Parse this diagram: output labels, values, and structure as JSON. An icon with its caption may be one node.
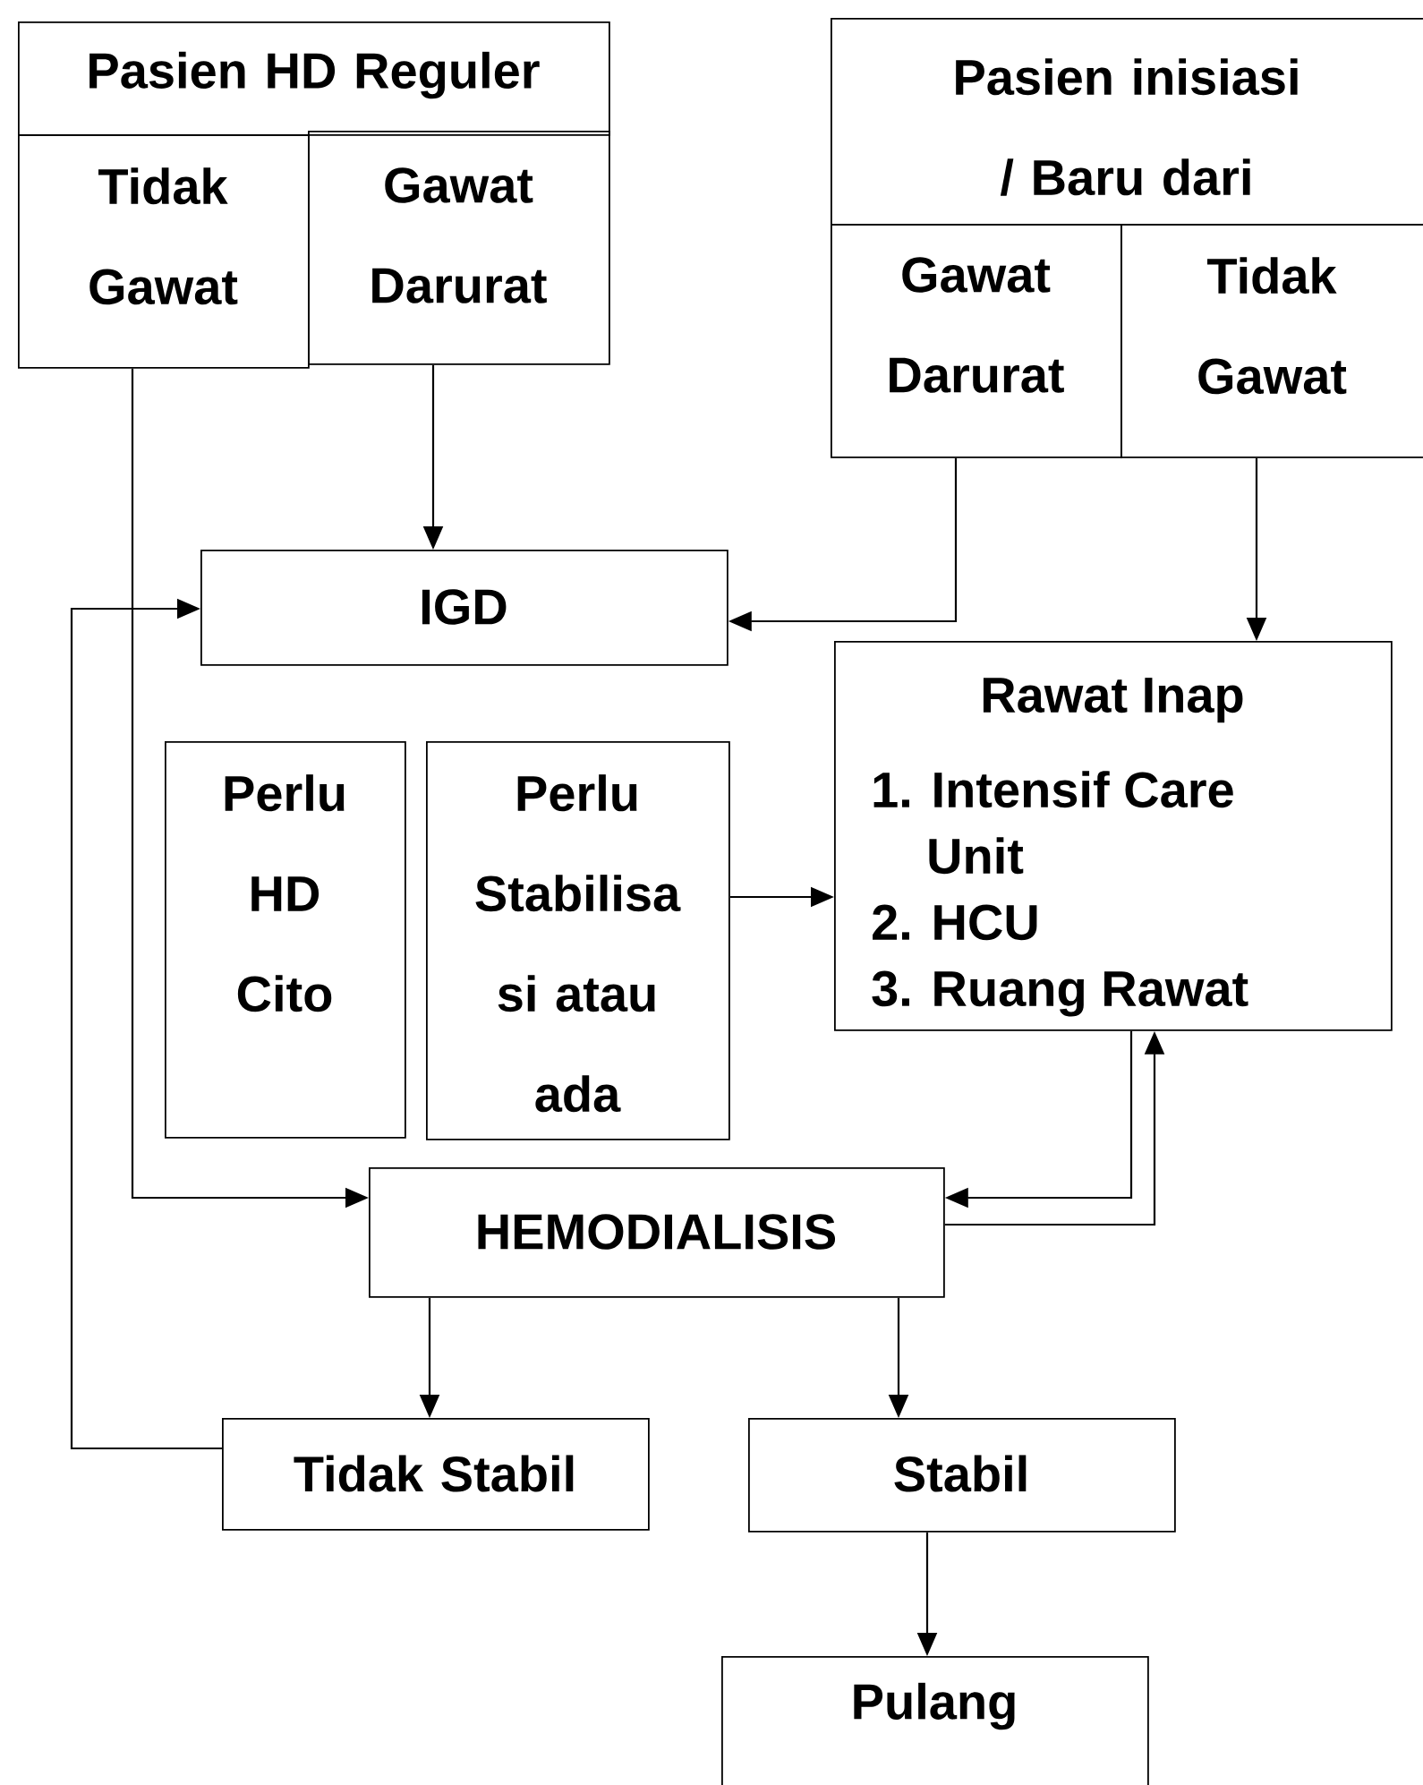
{
  "diagram": {
    "nodes": [
      {
        "text": [
          "Pasien HD Reguler"
        ]
      },
      {
        "text": [
          "Tidak Gawat"
        ]
      },
      {
        "text": [
          "Gawat Darurat"
        ]
      },
      {
        "text": [
          "Pasien inisiasi / Baru dari"
        ]
      },
      {
        "text": [
          "Gawat Darurat"
        ]
      },
      {
        "text": [
          "Tidak Gawat"
        ]
      },
      {
        "text": [
          "IGD"
        ]
      },
      {
        "text": [
          "Rawat Inap",
          "1. Intensif Care Unit",
          "2. HCU",
          "3. Ruang Rawat"
        ]
      },
      {
        "text": [
          "Perlu HD Cito"
        ]
      },
      {
        "text": [
          "Perlu Stabilisa si atau ada"
        ]
      },
      {
        "text": [
          "HEMODIALISIS"
        ]
      },
      {
        "text": [
          "Tidak Stabil"
        ]
      },
      {
        "text": [
          "Stabil"
        ]
      },
      {
        "text": [
          "Pulang"
        ]
      }
    ],
    "edges": [
      {
        "from": 2,
        "to": 6,
        "arrow": "to"
      },
      {
        "from": 4,
        "to": 6,
        "arrow": "to"
      },
      {
        "from": 5,
        "to": 7,
        "arrow": "to"
      },
      {
        "from": 1,
        "to": 10,
        "arrow": "to"
      },
      {
        "from": 11,
        "to": 6,
        "arrow": "to"
      },
      {
        "from": 9,
        "to": 7,
        "arrow": "to"
      },
      {
        "from": 10,
        "to": 7,
        "arrow": "to"
      },
      {
        "from": 7,
        "to": 10,
        "arrow": "to"
      },
      {
        "from": 10,
        "to": 11,
        "arrow": "to"
      },
      {
        "from": 10,
        "to": 12,
        "arrow": "to"
      },
      {
        "from": 12,
        "to": 13,
        "arrow": "to"
      }
    ]
  }
}
